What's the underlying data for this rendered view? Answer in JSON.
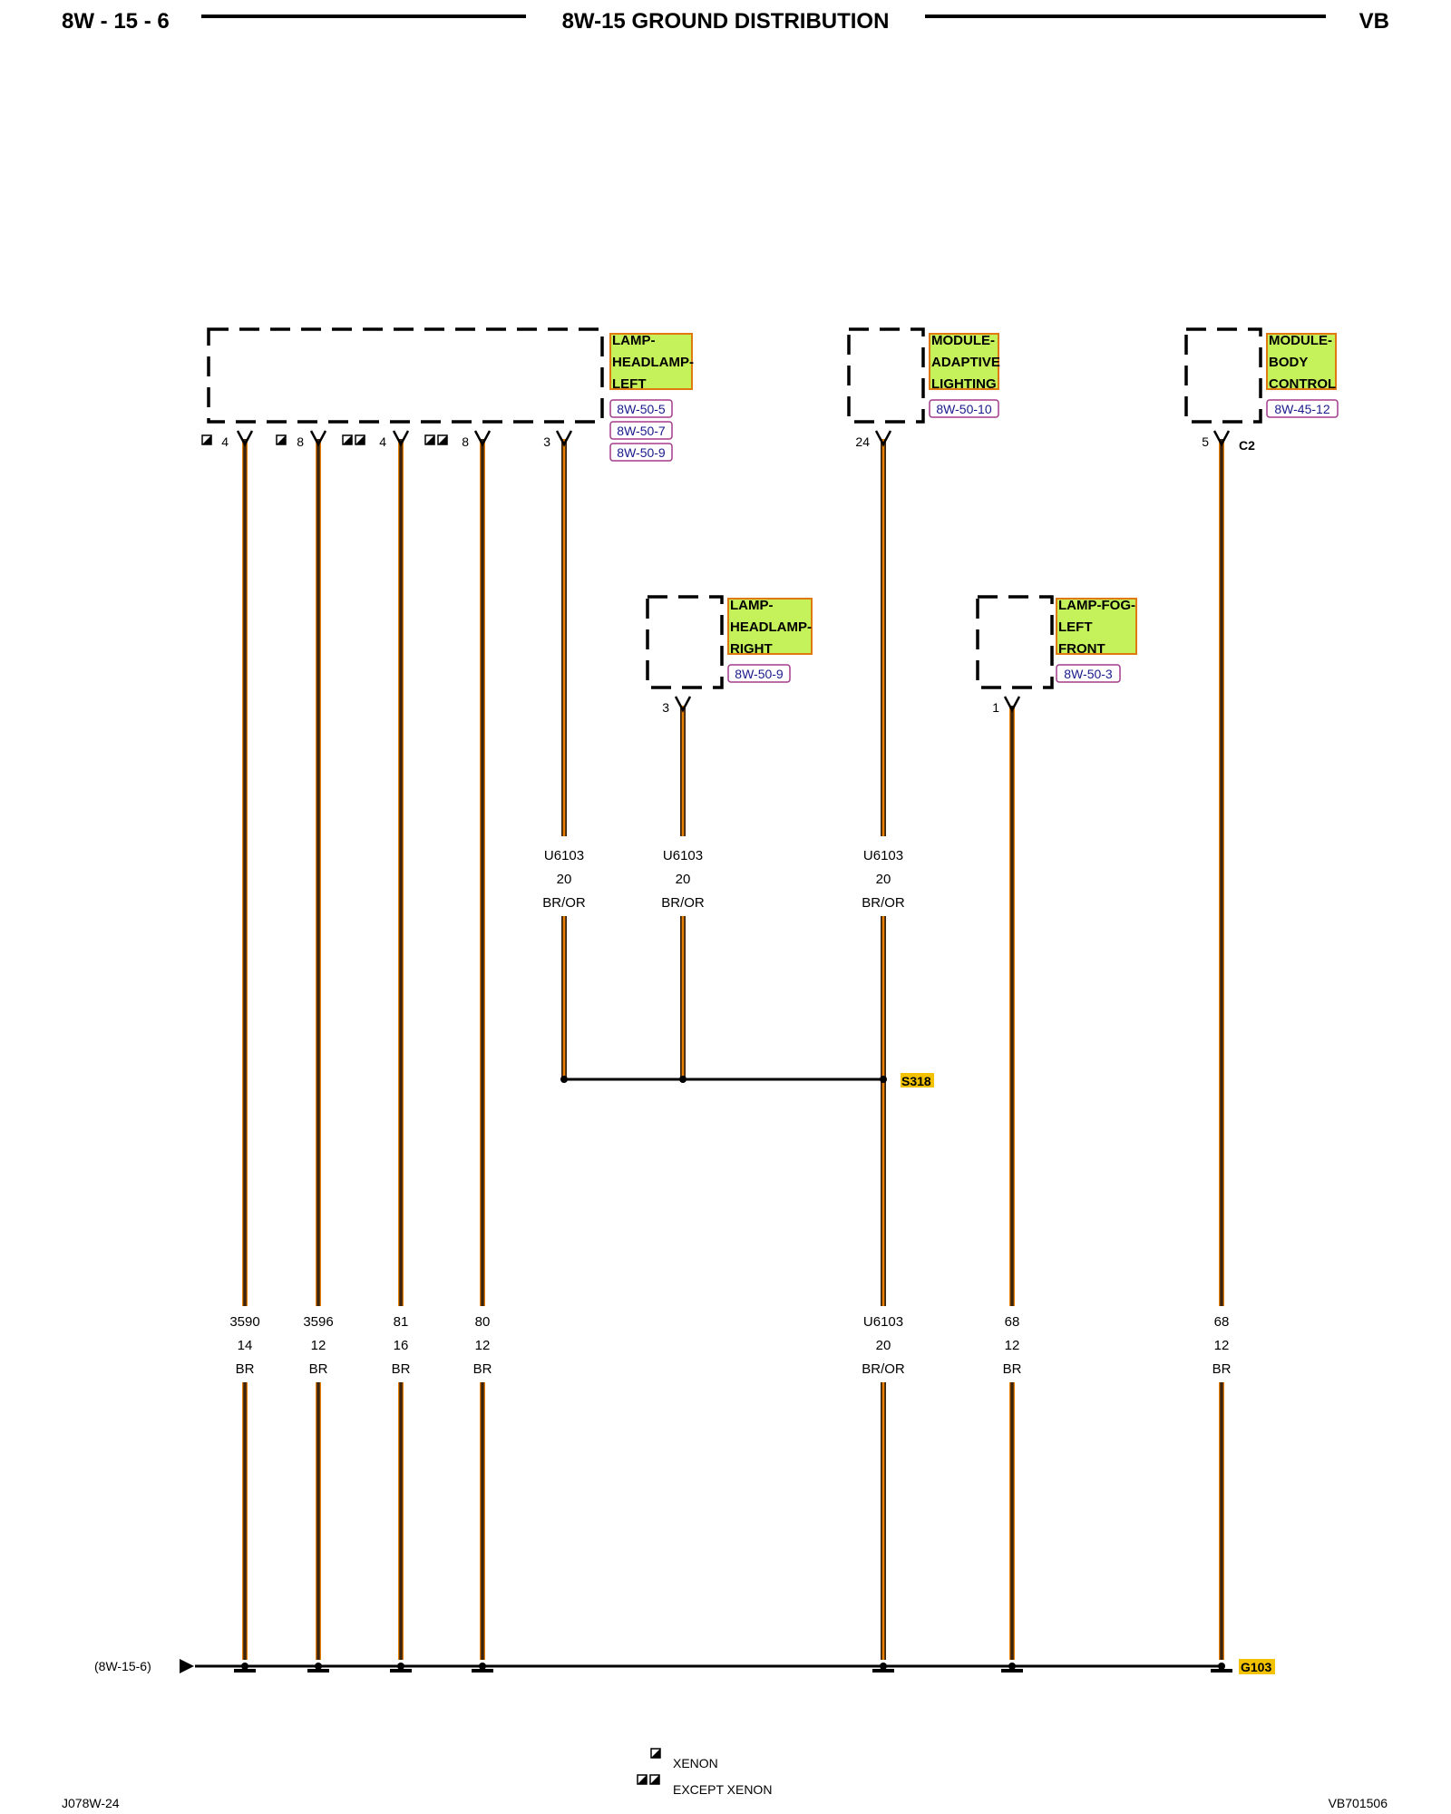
{
  "header": {
    "left": "8W - 15 - 6",
    "center": "8W-15 GROUND DISTRIBUTION",
    "right": "VB"
  },
  "footer": {
    "left": "J078W-24",
    "right": "VB701506"
  },
  "colors": {
    "brown": "#3a2410",
    "orange": "#e67e00",
    "component_fill": "#c5f25a",
    "component_border": "#e07a10",
    "ref_border": "#a33a8c",
    "splice_fill": "#f2c200"
  },
  "components": [
    {
      "id": "headlamp-left",
      "lines": [
        "LAMP-",
        "HEADLAMP-",
        "LEFT"
      ],
      "refs": [
        "8W-50-5",
        "8W-50-7",
        "8W-50-9"
      ]
    },
    {
      "id": "adaptive-lighting",
      "lines": [
        "MODULE-",
        "ADAPTIVE",
        "LIGHTING"
      ],
      "refs": [
        "8W-50-10"
      ]
    },
    {
      "id": "body-control",
      "lines": [
        "MODULE-",
        "BODY",
        "CONTROL"
      ],
      "refs": [
        "8W-45-12"
      ]
    },
    {
      "id": "headlamp-right",
      "lines": [
        "LAMP-",
        "HEADLAMP-",
        "RIGHT"
      ],
      "refs": [
        "8W-50-9"
      ]
    },
    {
      "id": "fog-left-front",
      "lines": [
        "LAMP-FOG-",
        "LEFT",
        "FRONT"
      ],
      "refs": [
        "8W-50-3"
      ]
    }
  ],
  "pins": {
    "hl_left": [
      "4",
      "8",
      "4",
      "8",
      "3"
    ],
    "adaptive": "24",
    "body_control": "5",
    "body_control_connector": "C2",
    "hl_right": "3",
    "fog": "1"
  },
  "upper_wires": [
    {
      "circuit": "U6103",
      "gauge": "20",
      "color": "BR/OR"
    },
    {
      "circuit": "U6103",
      "gauge": "20",
      "color": "BR/OR"
    },
    {
      "circuit": "U6103",
      "gauge": "20",
      "color": "BR/OR"
    }
  ],
  "lower_wires": [
    {
      "circuit": "3590",
      "gauge": "14",
      "color": "BR"
    },
    {
      "circuit": "3596",
      "gauge": "12",
      "color": "BR"
    },
    {
      "circuit": "81",
      "gauge": "16",
      "color": "BR"
    },
    {
      "circuit": "80",
      "gauge": "12",
      "color": "BR"
    },
    {
      "circuit": "U6103",
      "gauge": "20",
      "color": "BR/OR"
    },
    {
      "circuit": "68",
      "gauge": "12",
      "color": "BR"
    },
    {
      "circuit": "68",
      "gauge": "12",
      "color": "BR"
    }
  ],
  "splices": {
    "s318": "S318",
    "g103": "G103"
  },
  "ground_ref": "(8W-15-6)",
  "legend": {
    "xenon": "XENON",
    "except_xenon": "EXCEPT XENON"
  }
}
